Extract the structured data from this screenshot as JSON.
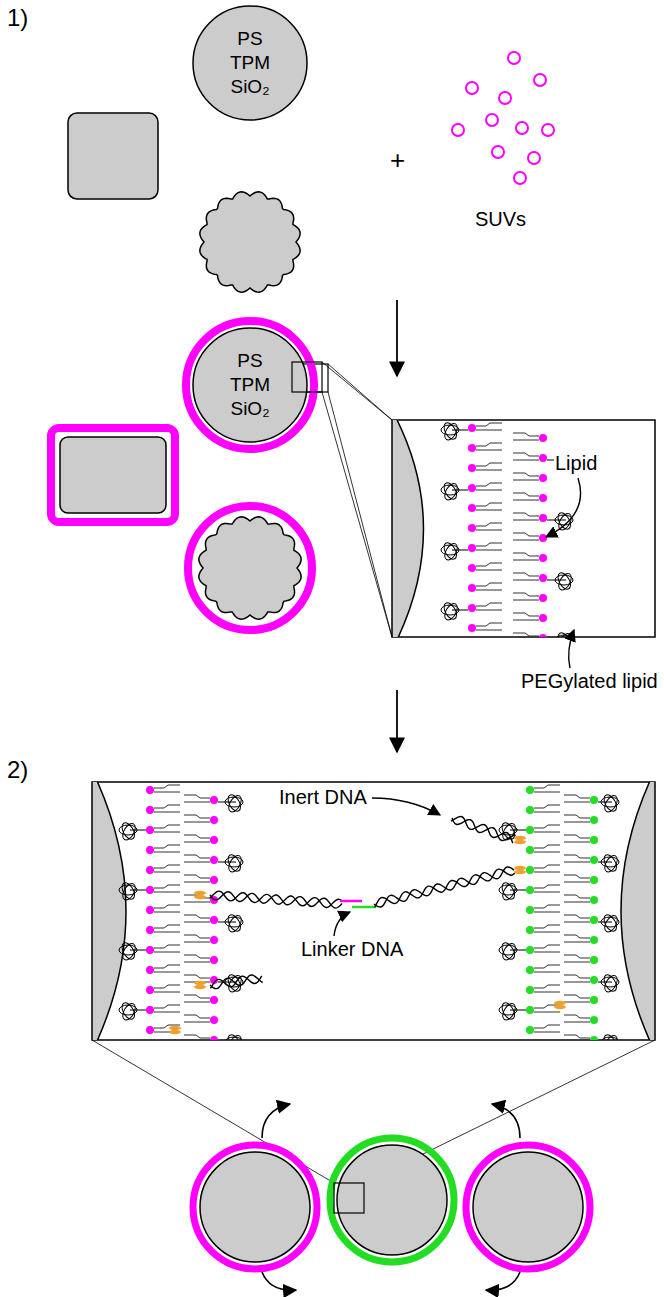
{
  "diagram": {
    "nodes": [
      {
        "text": [
          "PS TPM SiO₂"
        ]
      },
      {
        "text": [
          "PS TPM SiO₂"
        ]
      }
    ],
    "labels": [
      "1)",
      "+",
      "SUVs",
      "Lipid",
      "PEGylated lipid",
      "2)",
      "Inert DNA",
      "Linker DNA"
    ]
  }
}
